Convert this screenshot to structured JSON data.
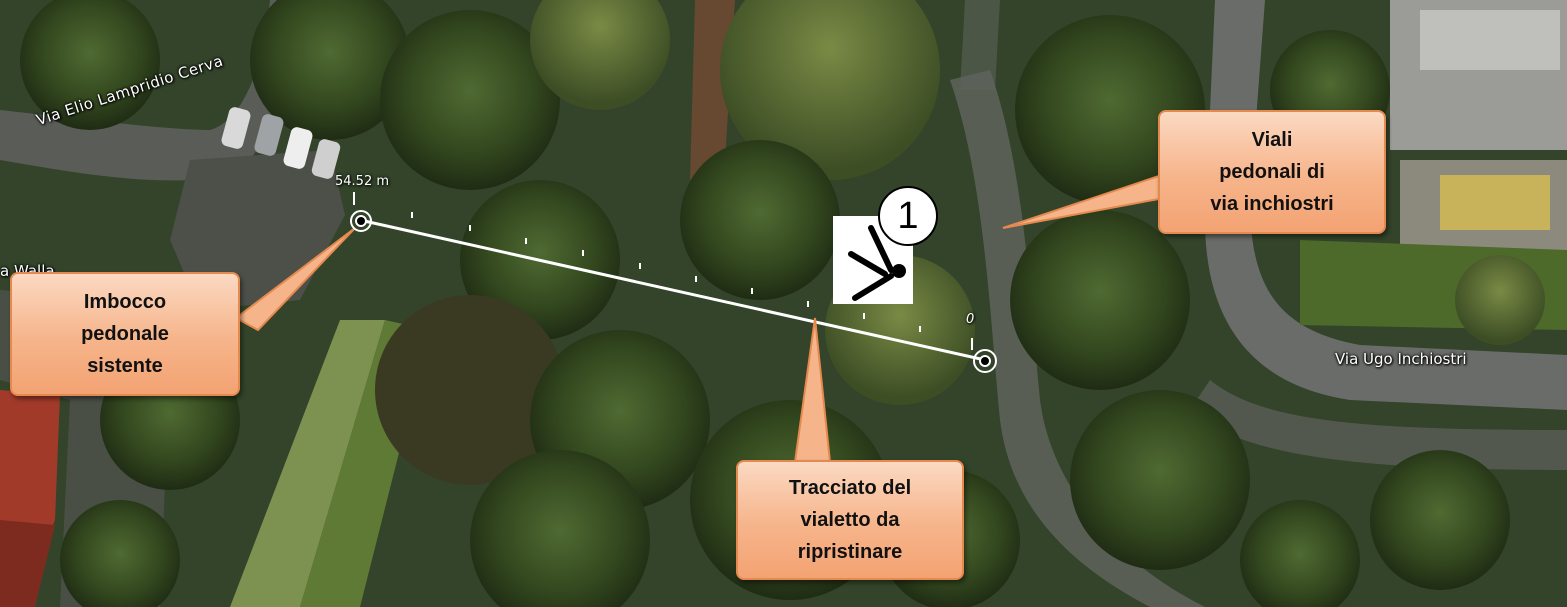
{
  "map": {
    "road_labels": {
      "via_elio": "Via Elio Lampridio Cerva",
      "via_walla": "a Walla",
      "via_ugo": "Via Ugo Inchiostri"
    },
    "measurement": {
      "distance_label": "54.52 m",
      "start_label": "0"
    },
    "marker": {
      "number": "1"
    },
    "callouts": {
      "imbocco": {
        "lines": [
          "Imbocco",
          "pedonale",
          "sistente"
        ]
      },
      "tracciato": {
        "lines": [
          "Tracciato del",
          "vialetto da",
          "ripristinare"
        ]
      },
      "viali": {
        "lines": [
          "Viali",
          "pedonali di",
          "via inchiostri"
        ]
      }
    },
    "colors": {
      "callout_fill": "#f6b48a",
      "callout_border": "#e58a4f",
      "measure_line": "#ffffff"
    },
    "icons": [
      "measure-point-icon",
      "viewpoint-icon"
    ]
  }
}
